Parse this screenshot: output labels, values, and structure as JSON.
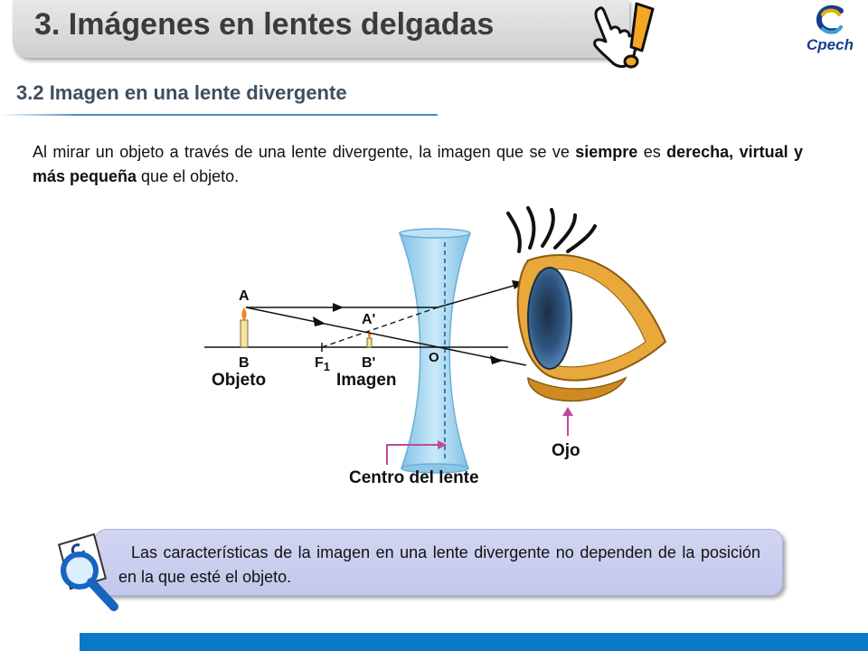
{
  "header": {
    "title": "3. Imágenes en lentes delgadas",
    "logo_text": "Cpech",
    "icon": "pointing-hand-exclamation-icon"
  },
  "section": {
    "subtitle": "3.2 Imagen en una lente divergente"
  },
  "intro": {
    "p1": "Al mirar un objeto a través de una lente divergente, la imagen que se ve ",
    "b1": "siempre",
    "p2": " es ",
    "b2": "derecha, virtual y más pequeña",
    "p3": " que el objeto."
  },
  "diagram": {
    "label_a": "A",
    "label_b": "B",
    "label_a_prime": "A'",
    "label_b_prime": "B'",
    "label_f": "F",
    "label_f_sub": "1",
    "label_o": "O",
    "label_objeto": "Objeto",
    "label_imagen": "Imagen",
    "label_centro": "Centro del lente",
    "label_ojo": "Ojo"
  },
  "note": {
    "text": "Las características de la imagen en una lente divergente no dependen de la posición en la que esté el objeto.",
    "icon": "magnifier-icon"
  },
  "colors": {
    "accent_blue": "#0b79c9",
    "lens_blue": "#9fd3ee",
    "note_bg": "#c8ccee"
  }
}
